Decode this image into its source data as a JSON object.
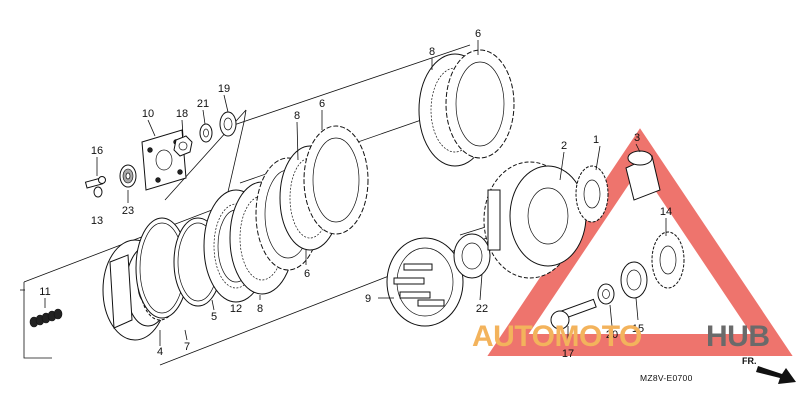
{
  "diagram": {
    "part_labels": [
      "1",
      "2",
      "3",
      "4",
      "5",
      "6",
      "6",
      "6",
      "7",
      "8",
      "8",
      "8",
      "9",
      "10",
      "11",
      "12",
      "13",
      "14",
      "15",
      "16",
      "17",
      "18",
      "19",
      "20",
      "21",
      "22",
      "23"
    ],
    "drawing_code": "MZ8V-E0700",
    "direction_label": "FR.",
    "watermark": {
      "part1": "AUTOMOTO",
      "part2": "HUB",
      "colors": {
        "accent": "#f3b35c",
        "dark": "#6a6a6a",
        "triangle": "#e8453c"
      }
    }
  }
}
